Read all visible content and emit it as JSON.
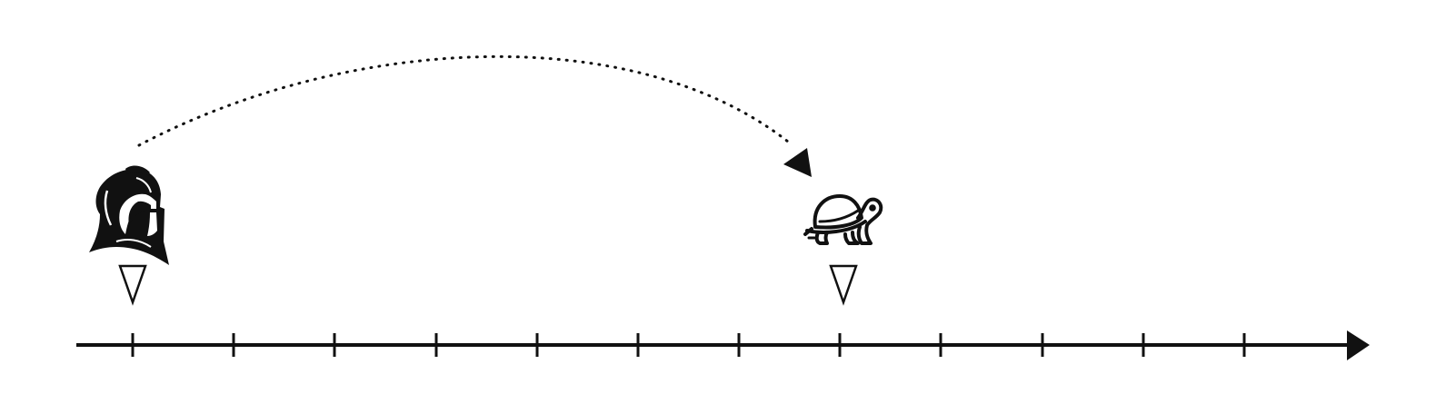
{
  "diagram": {
    "number_line": {
      "tick_count": 12,
      "arrow_direction": "right"
    },
    "figures": [
      {
        "name": "warrior",
        "icon": "spartan-helmet-icon",
        "tick_index": 0,
        "marker": "hollow-triangle-down"
      },
      {
        "name": "tortoise",
        "icon": "tortoise-icon",
        "tick_index": 7,
        "marker": "hollow-triangle-down"
      }
    ],
    "jump_arrow": {
      "style": "dotted",
      "from_tick_index": 0,
      "to_tick_index": 7
    },
    "colors": {
      "ink": "#111111",
      "background": "#ffffff"
    }
  }
}
